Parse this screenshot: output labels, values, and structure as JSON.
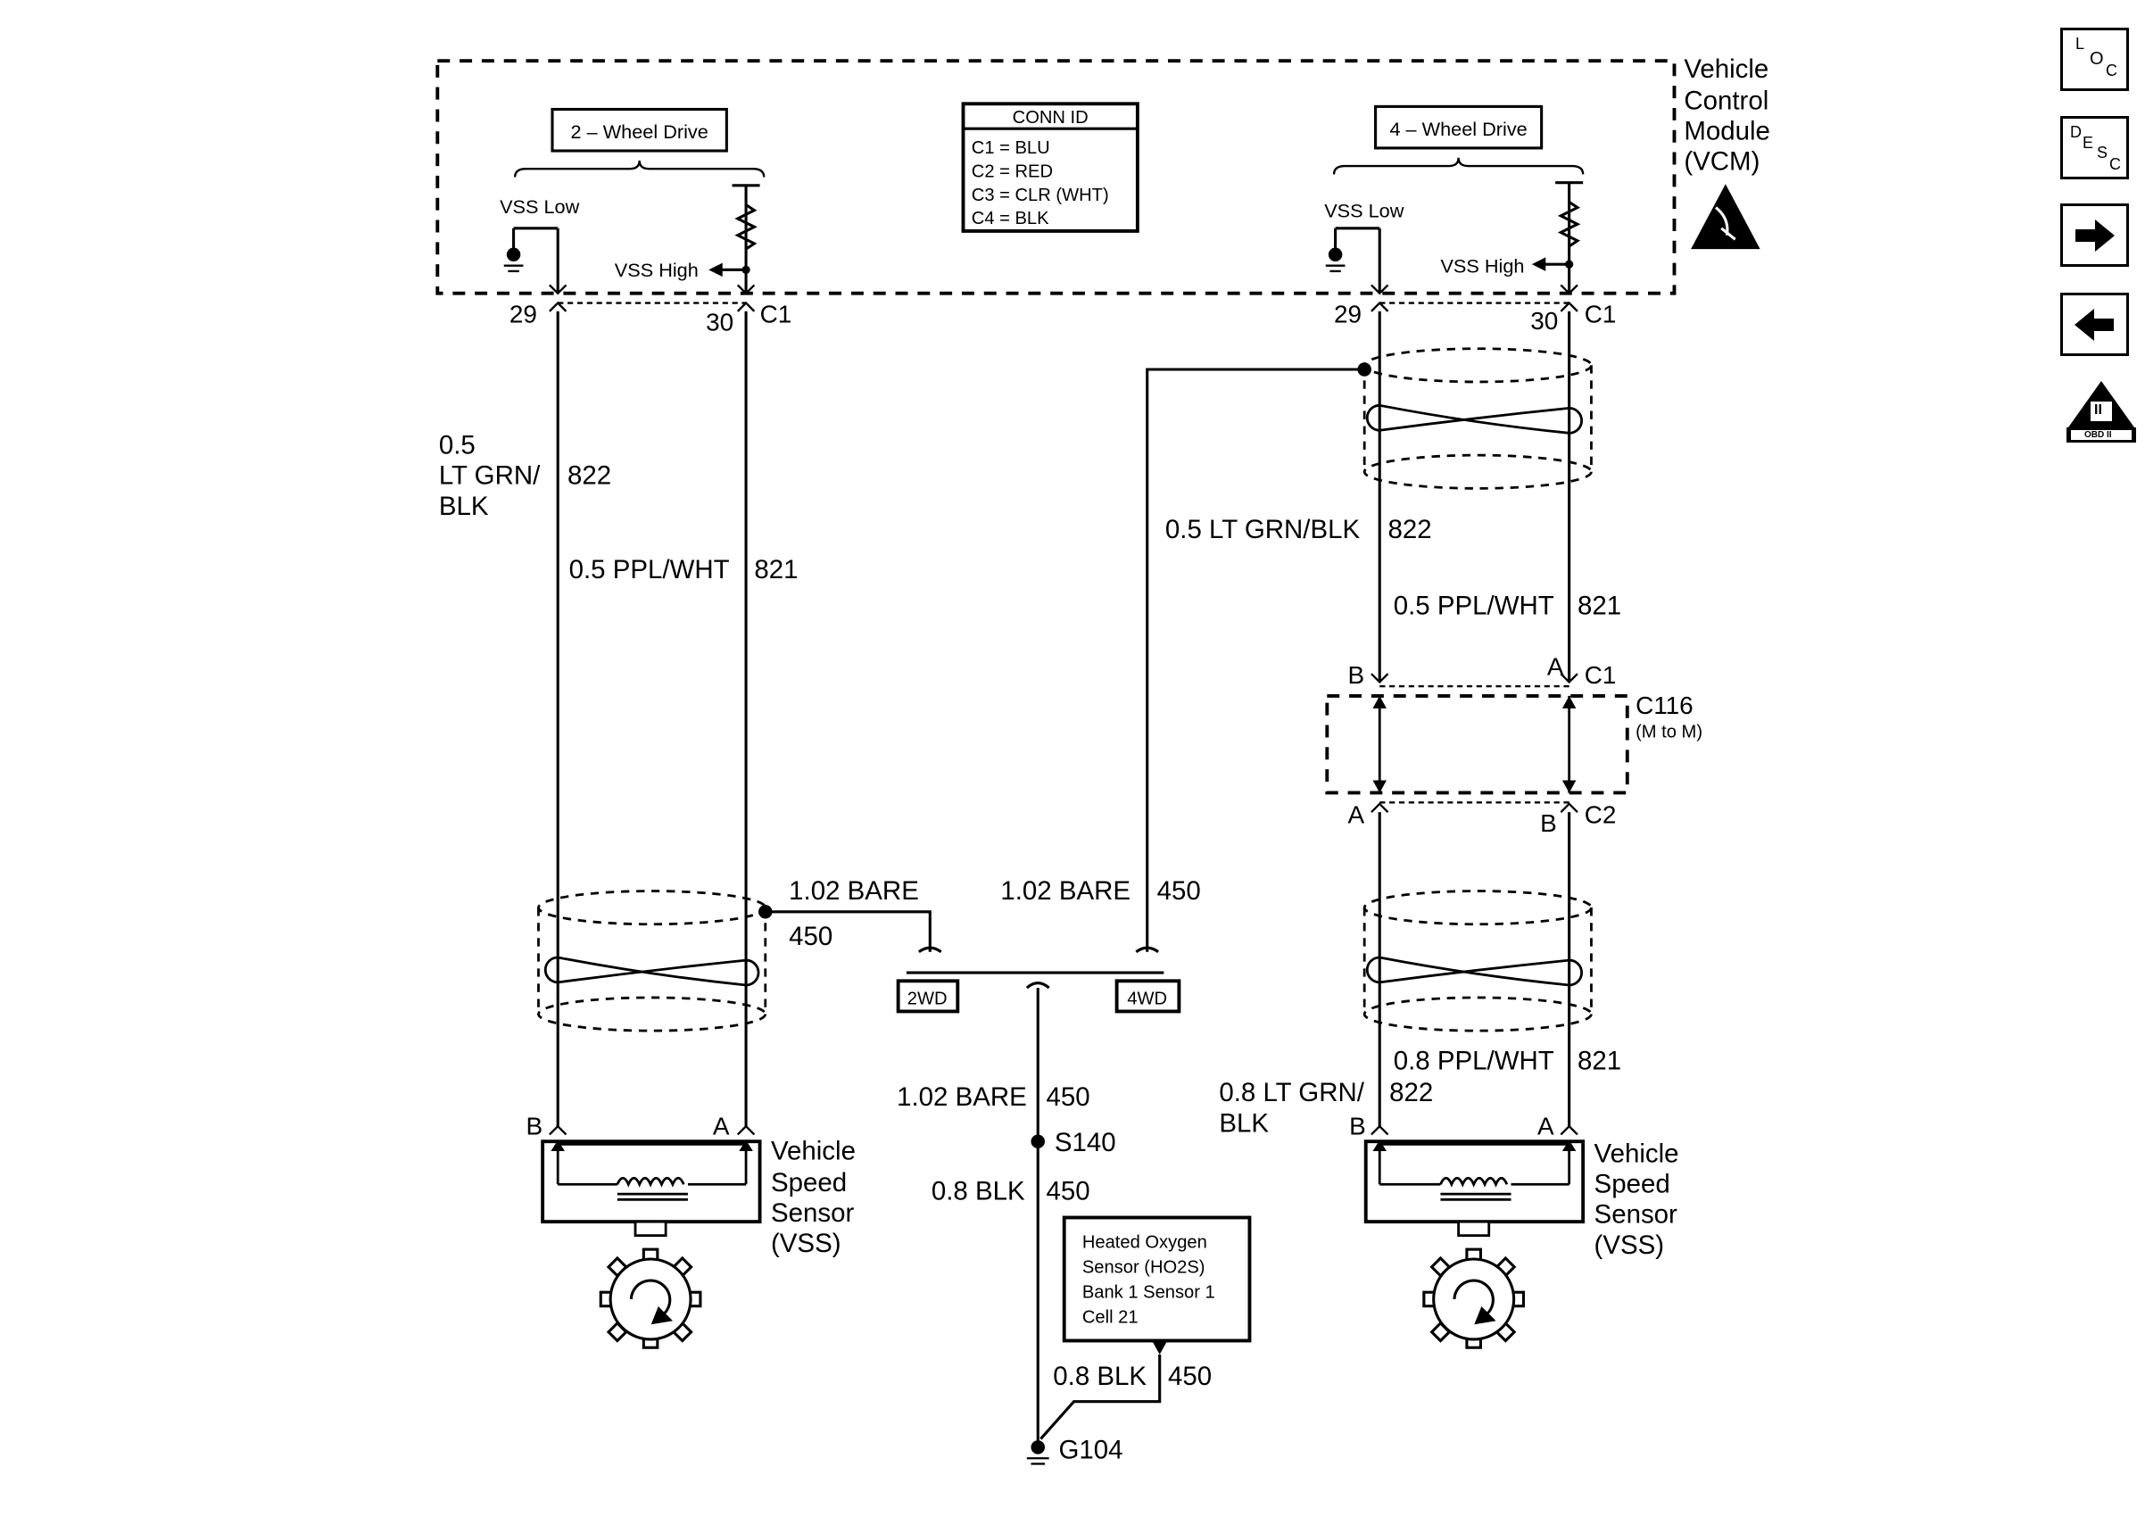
{
  "vcm": {
    "title_lines": [
      "Vehicle",
      "Control",
      "Module",
      "(VCM)"
    ],
    "two_wd_label": "2 – Wheel Drive",
    "four_wd_label": "4 – Wheel Drive",
    "conn_id_title": "CONN ID",
    "conn_id_lines": [
      "C1 = BLU",
      "C2 = RED",
      "C3 = CLR (WHT)",
      "C4 = BLK"
    ],
    "left_vss_low": "VSS Low",
    "left_vss_high": "VSS High",
    "right_vss_low": "VSS Low",
    "right_vss_high": "VSS High",
    "left_pin_low": "29",
    "left_pin_high": "30",
    "left_connector": "C1",
    "right_pin_low": "29",
    "right_pin_high": "30",
    "right_connector": "C1"
  },
  "left_circuit": {
    "wire_822_gauge": "0.5",
    "wire_822_color_l1": "LT GRN/",
    "wire_822_color_l2": "BLK",
    "wire_822_circuit": "822",
    "wire_821_label": "0.5 PPL/WHT",
    "wire_821_circuit": "821",
    "drain_label": "1.02 BARE",
    "drain_circuit": "450",
    "sensor_pin_b": "B",
    "sensor_pin_a": "A",
    "sensor_lines": [
      "Vehicle",
      "Speed",
      "Sensor",
      "(VSS)"
    ]
  },
  "right_circuit": {
    "wire_822_label": "0.5 LT GRN/BLK",
    "wire_822_circuit": "822",
    "wire_821_label": "0.5 PPL/WHT",
    "wire_821_circuit": "821",
    "c116_pin_b_top": "B",
    "c116_pin_a_top": "A",
    "c116_c1": "C1",
    "c116_label": "C116",
    "c116_sub": "(M to M)",
    "c116_pin_a_bottom": "A",
    "c116_pin_b_bottom": "B",
    "c116_c2": "C2",
    "lower_821_label": "0.8 PPL/WHT",
    "lower_821_circuit": "821",
    "lower_822_l1": "0.8 LT GRN/",
    "lower_822_l2": "BLK",
    "lower_822_circuit": "822",
    "sensor_pin_b": "B",
    "sensor_pin_a": "A",
    "sensor_lines": [
      "Vehicle",
      "Speed",
      "Sensor",
      "(VSS)"
    ]
  },
  "ground_circuit": {
    "drain_4wd_label": "1.02 BARE",
    "drain_4wd_circuit": "450",
    "option_2wd": "2WD",
    "option_4wd": "4WD",
    "bare_label": "1.02 BARE",
    "bare_circuit": "450",
    "splice": "S140",
    "blk_label": "0.8 BLK",
    "blk_circuit": "450",
    "ho2s_lines": [
      "Heated Oxygen",
      "Sensor (HO2S)",
      "Bank 1 Sensor 1",
      "Cell 21"
    ],
    "ho2s_wire_label": "0.8 BLK",
    "ho2s_wire_circuit": "450",
    "ground": "G104"
  },
  "nav": {
    "loc_l": "L",
    "loc_o": "O",
    "loc_c": "C",
    "desc_d": "D",
    "desc_e": "E",
    "desc_s": "S",
    "desc_c": "C",
    "obd_top": "II",
    "obd_bottom": "OBD II"
  }
}
